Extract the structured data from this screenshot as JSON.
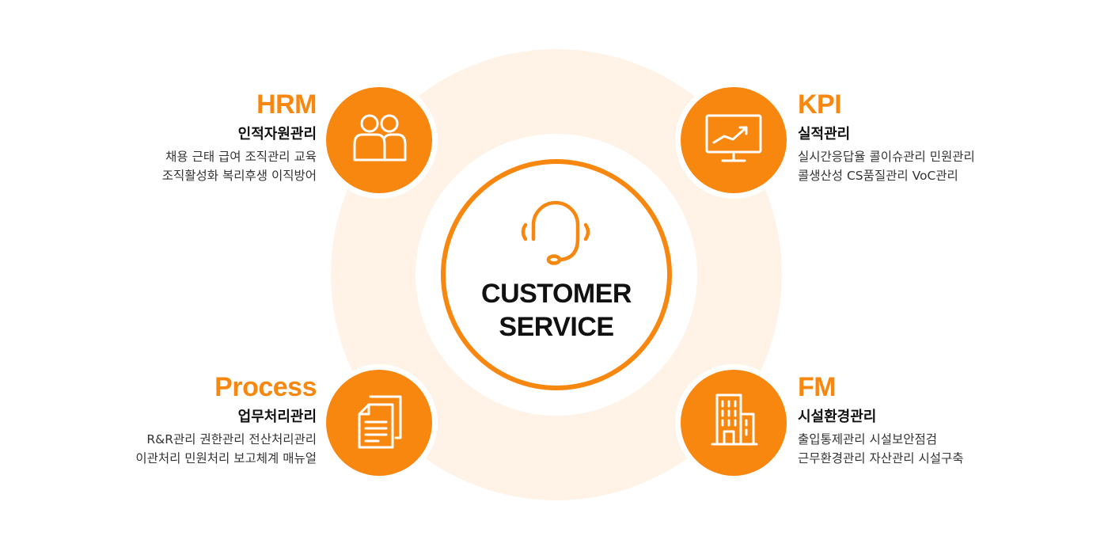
{
  "center": {
    "title_line1": "CUSTOMER",
    "title_line2": "SERVICE",
    "icon": "headset-icon"
  },
  "colors": {
    "accent": "#f7870f",
    "ring": "#fef3e6",
    "text": "#111111"
  },
  "nodes": {
    "hrm": {
      "code": "HRM",
      "title": "인적자원관리",
      "desc": [
        "채용 근태 급여 조직관리 교육",
        "조직활성화 복리후생 이직방어"
      ],
      "icon": "people-icon"
    },
    "kpi": {
      "code": "KPI",
      "title": "실적관리",
      "desc": [
        "실시간응답율 콜이슈관리 민원관리",
        "콜생산성 CS품질관리 VoC관리"
      ],
      "icon": "monitor-chart-icon"
    },
    "process": {
      "code": "Process",
      "title": "업무처리관리",
      "desc": [
        "R&R관리 권한관리 전산처리관리",
        "이관처리 민원처리 보고체계 매뉴얼"
      ],
      "icon": "documents-icon"
    },
    "fm": {
      "code": "FM",
      "title": "시설환경관리",
      "desc": [
        "출입통제관리 시설보안점검",
        "근무환경관리 자산관리 시설구축"
      ],
      "icon": "building-icon"
    }
  }
}
